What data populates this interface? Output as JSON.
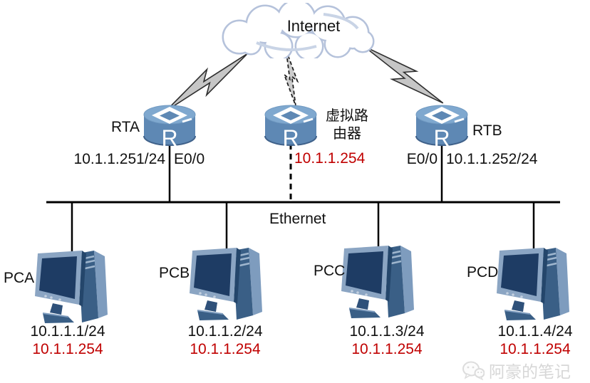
{
  "cloud": {
    "label": "Internet"
  },
  "routers": [
    {
      "name": "RTA",
      "letter": "R",
      "ip": "10.1.1.251/24",
      "iface": "E0/0"
    },
    {
      "name": "虚拟路由器",
      "letter": "R",
      "ip": "10.1.1.254"
    },
    {
      "name": "RTB",
      "letter": "R",
      "iface": "E0/0",
      "ip": "10.1.1.252/24"
    }
  ],
  "bus": {
    "label": "Ethernet"
  },
  "pcs": [
    {
      "name": "PCA",
      "ip": "10.1.1.1/24",
      "gateway": "10.1.1.254"
    },
    {
      "name": "PCB",
      "ip": "10.1.1.2/24",
      "gateway": "10.1.1.254"
    },
    {
      "name": "PCC",
      "ip": "10.1.1.3/24",
      "gateway": "10.1.1.254"
    },
    {
      "name": "PCD",
      "ip": "10.1.1.4/24",
      "gateway": "10.1.1.254"
    }
  ],
  "watermark": {
    "label": "阿豪的笔记"
  },
  "colors": {
    "highlight_red": "#c00000",
    "router_body": "#5e88b4",
    "router_top": "#7fa8cf",
    "link_fill": "#c6c6c6",
    "pc_screen": "#1e3c64",
    "pc_bezel": "#8ba5c3",
    "cloud_stroke": "#b5c2db"
  }
}
